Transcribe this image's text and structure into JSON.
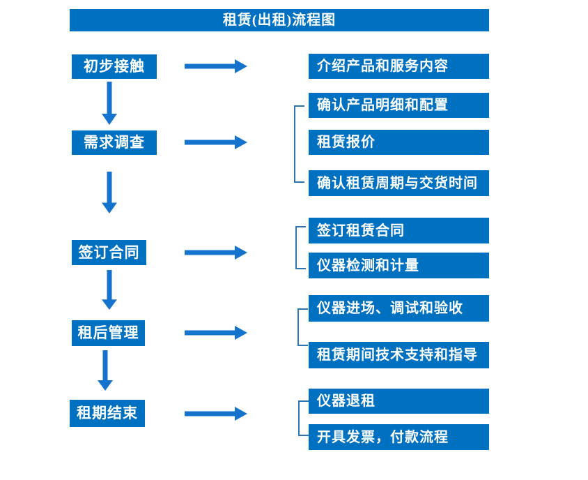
{
  "title": "租赁(出租)流程图",
  "colors": {
    "box_fill": "#0070C0",
    "arrow_fill": "#1473CD",
    "bracket_stroke": "#2E75B6",
    "text": "#FFFFFF",
    "background": "#FFFFFF"
  },
  "flow": {
    "steps": [
      {
        "label": "初步接触",
        "details": [
          "介绍产品和服务内容"
        ]
      },
      {
        "label": "需求调查",
        "details": [
          "确认产品明细和配置",
          "租赁报价",
          "确认租赁周期与交货时间"
        ]
      },
      {
        "label": "签订合同",
        "details": [
          "签订租赁合同",
          "仪器检测和计量"
        ]
      },
      {
        "label": "租后管理",
        "details": [
          "仪器进场、调试和验收",
          "租赁期间技术支持和指导"
        ]
      },
      {
        "label": "租期结束",
        "details": [
          "仪器退租",
          "开具发票，付款流程"
        ]
      }
    ]
  }
}
